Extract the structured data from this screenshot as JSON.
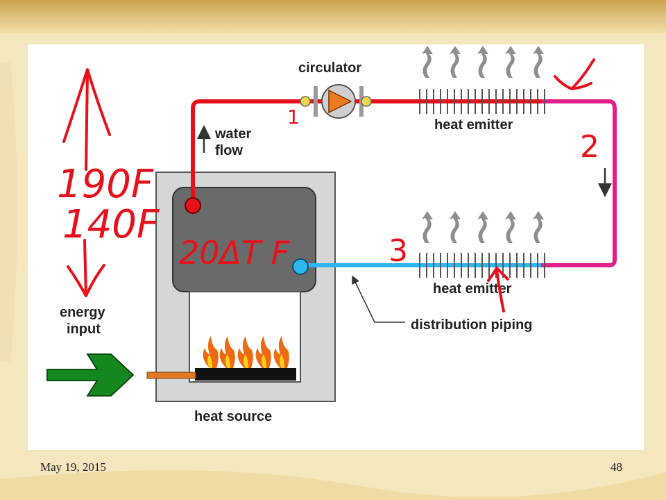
{
  "slide": {
    "date": "May 19, 2015",
    "page_number": "48"
  },
  "diagram": {
    "labels": {
      "circulator": "circulator",
      "water_flow_line1": "water",
      "water_flow_line2": "flow",
      "heat_emitter_top": "heat emitter",
      "heat_emitter_bottom": "heat emitter",
      "energy_input_line1": "energy",
      "energy_input_line2": "input",
      "distribution_piping": "distribution piping",
      "heat_source": "heat source"
    },
    "colors": {
      "hot_pipe": "#e8101a",
      "return_pipe": "#2fb6ee",
      "transition_pipe": "#e0208a",
      "boiler_outer": "#d6d6d6",
      "boiler_inner": "#6a6a6a",
      "energy_arrow": "#14871e",
      "annotation_ink": "#e8101a"
    },
    "handwritten_annotations": {
      "temp_high": "190F",
      "temp_low": "140F",
      "delta_t": "20ΔT F",
      "point_1": "1",
      "point_2": "2",
      "point_3": "3"
    }
  }
}
